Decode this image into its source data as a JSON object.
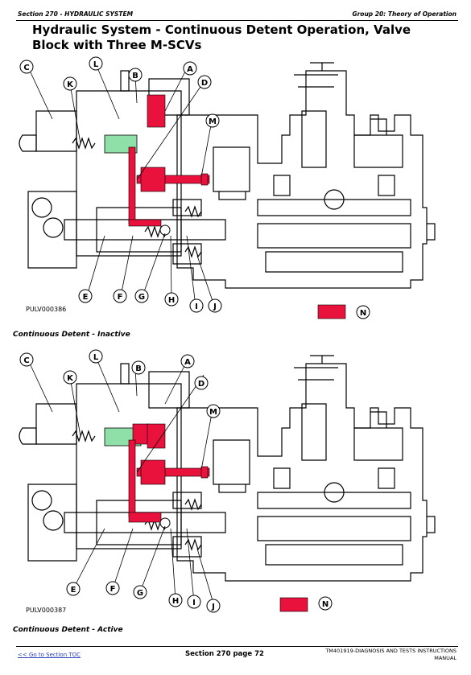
{
  "header": {
    "left": "Section 270 - HYDRAULIC SYSTEM",
    "right": "Group 20: Theory of Operation"
  },
  "title": "Hydraulic System - Continuous Detent Operation, Valve Block with Three M-SCVs",
  "figures": [
    {
      "id": "PULV000386",
      "caption": "Continuous Detent - Inactive"
    },
    {
      "id": "PULV000387",
      "caption": "Continuous Detent - Active"
    }
  ],
  "callouts": [
    "A",
    "B",
    "C",
    "D",
    "E",
    "F",
    "G",
    "H",
    "I",
    "J",
    "K",
    "L",
    "M",
    "N"
  ],
  "colors": {
    "pressure": "#e8123c",
    "detent_oil": "#8fe0a8",
    "outline": "#000000"
  },
  "footer": {
    "link": "<< Go to Section TOC",
    "center": "Section 270 page 72",
    "right_line1": "TM401919-DIAGNOSIS AND TESTS INSTRUCTIONS",
    "right_line2": "MANUAL"
  }
}
